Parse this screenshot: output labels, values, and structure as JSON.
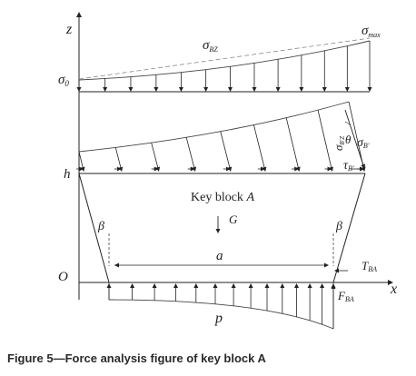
{
  "diagram": {
    "axes": {
      "z": "z",
      "x": "x",
      "origin": "O"
    },
    "labels": {
      "sigma_0": {
        "sym": "σ",
        "sub": "0"
      },
      "sigma_bz_top": {
        "sym": "σ",
        "sub": "BZ"
      },
      "sigma_max": {
        "sym": "σ",
        "sub": "max"
      },
      "sigma_bz_mid": {
        "sym": "σ",
        "sub": "B'Z"
      },
      "theta": "θ",
      "sigma_b": {
        "sym": "σ",
        "sub": "B'"
      },
      "tau_b": {
        "sym": "τ",
        "sub": "B'"
      },
      "h": "h",
      "block_name": {
        "prefix": "Key block ",
        "letter": "A"
      },
      "gravity": "G",
      "beta_left": "β",
      "beta_right": "β",
      "length": "a",
      "t_ba": {
        "sym": "T",
        "sub": "BA"
      },
      "f_ba": {
        "sym": "F",
        "sub": "BA"
      },
      "support": "p"
    }
  },
  "caption": "Figure 5—Force analysis figure of key block A"
}
